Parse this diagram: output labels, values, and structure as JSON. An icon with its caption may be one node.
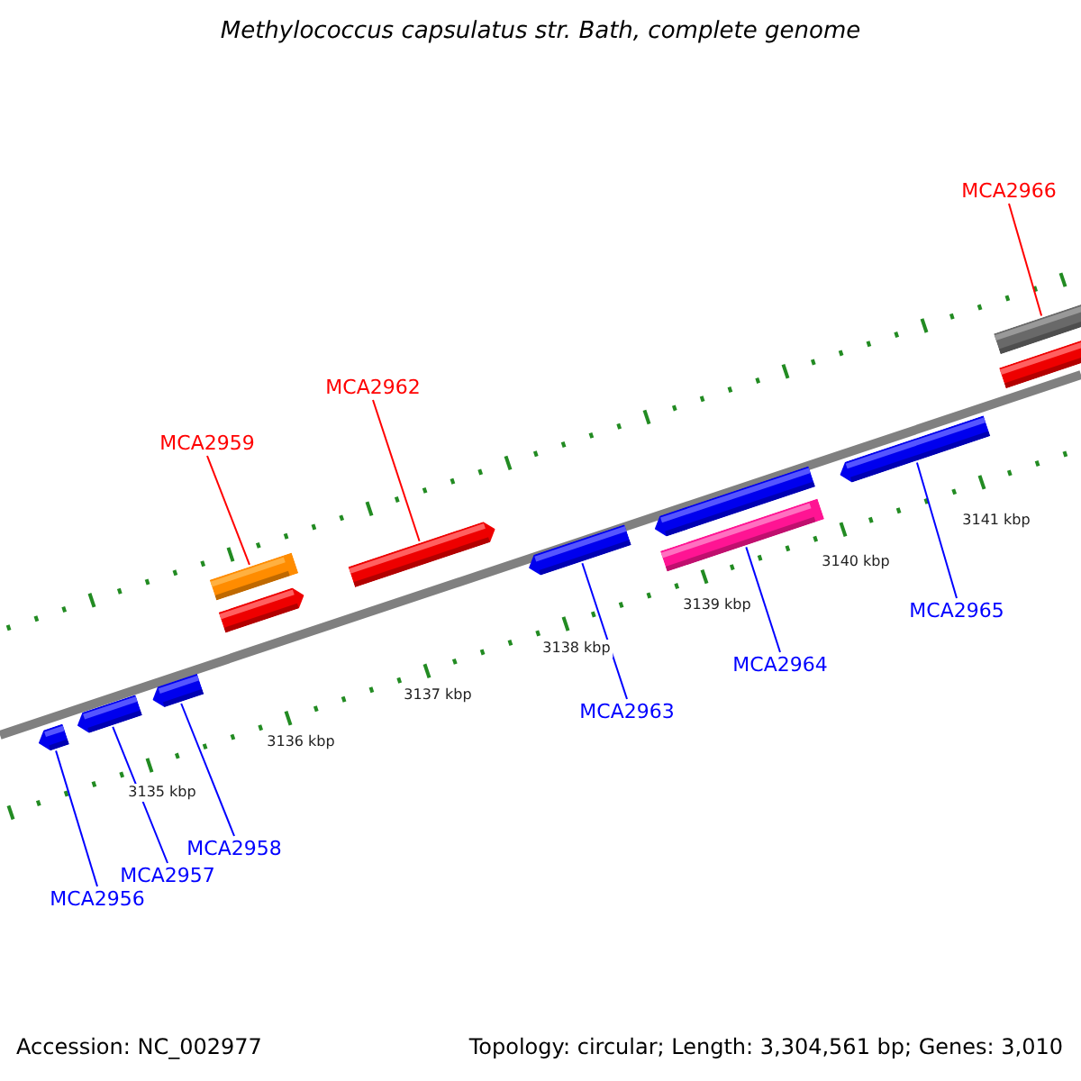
{
  "diagram": {
    "title": "Methylococcus capsulatus str. Bath, complete genome",
    "nodes": [
      {
        "text": [
          "MCA2966"
        ]
      },
      {
        "text": [
          "MCA2962"
        ]
      },
      {
        "text": [
          "MCA2959"
        ]
      },
      {
        "text": [
          "MCA2965"
        ]
      },
      {
        "text": [
          "MCA2964"
        ]
      },
      {
        "text": [
          "MCA2963"
        ]
      },
      {
        "text": [
          "MCA2958"
        ]
      },
      {
        "text": [
          "MCA2957"
        ]
      },
      {
        "text": [
          "MCA2956"
        ]
      },
      {
        "text": [],
        "shape": "bar"
      },
      {
        "text": [],
        "shape": "bar"
      },
      {
        "text": [],
        "shape": "bar"
      },
      {
        "text": [],
        "shape": "bar"
      },
      {
        "text": [],
        "shape": "bar"
      },
      {
        "text": [],
        "shape": "bar"
      },
      {
        "text": [],
        "shape": "bar"
      },
      {
        "text": [],
        "shape": "bar"
      },
      {
        "text": [],
        "shape": "bar"
      },
      {
        "text": [],
        "shape": "bar"
      },
      {
        "text": [],
        "shape": "bar"
      },
      {
        "text": [],
        "shape": "bar"
      }
    ],
    "edges": [
      {
        "from": 0,
        "to": 19,
        "arrow": "none",
        "color": "#ff0000"
      },
      {
        "from": 1,
        "to": 14,
        "arrow": "none",
        "color": "#ff0000"
      },
      {
        "from": 2,
        "to": 12,
        "arrow": "none",
        "color": "#ff0000"
      },
      {
        "from": 3,
        "to": 18,
        "arrow": "none"
      },
      {
        "from": 4,
        "to": 17,
        "arrow": "none"
      },
      {
        "from": 5,
        "to": 15,
        "arrow": "none"
      },
      {
        "from": 6,
        "to": 11,
        "arrow": "none"
      },
      {
        "from": 7,
        "to": 10,
        "arrow": "none"
      },
      {
        "from": 8,
        "to": 9,
        "arrow": "none"
      }
    ],
    "labels": [
      "3141 kbp",
      "3140 kbp",
      "3139 kbp",
      "3138 kbp",
      "3137 kbp",
      "3136 kbp",
      "3135 kbp",
      "Accession: NC_002977",
      "Topology: circular; Length: 3,304,561 bp; Genes: 3,010"
    ]
  }
}
